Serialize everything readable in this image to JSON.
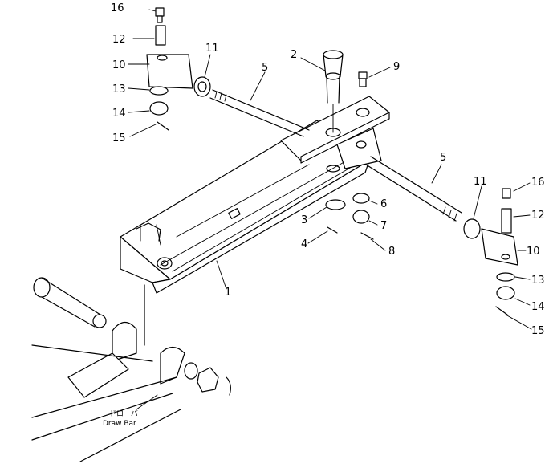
{
  "diagram": {
    "callouts": [
      "1",
      "2",
      "3",
      "4",
      "5",
      "5",
      "6",
      "7",
      "8",
      "9",
      "10",
      "10",
      "11",
      "11",
      "12",
      "12",
      "13",
      "13",
      "14",
      "14",
      "15",
      "15",
      "16",
      "16"
    ],
    "caption_jp": "ドローバー",
    "caption_en": "Draw Bar"
  },
  "colors": {
    "ink": "#000000",
    "paper": "#ffffff"
  }
}
